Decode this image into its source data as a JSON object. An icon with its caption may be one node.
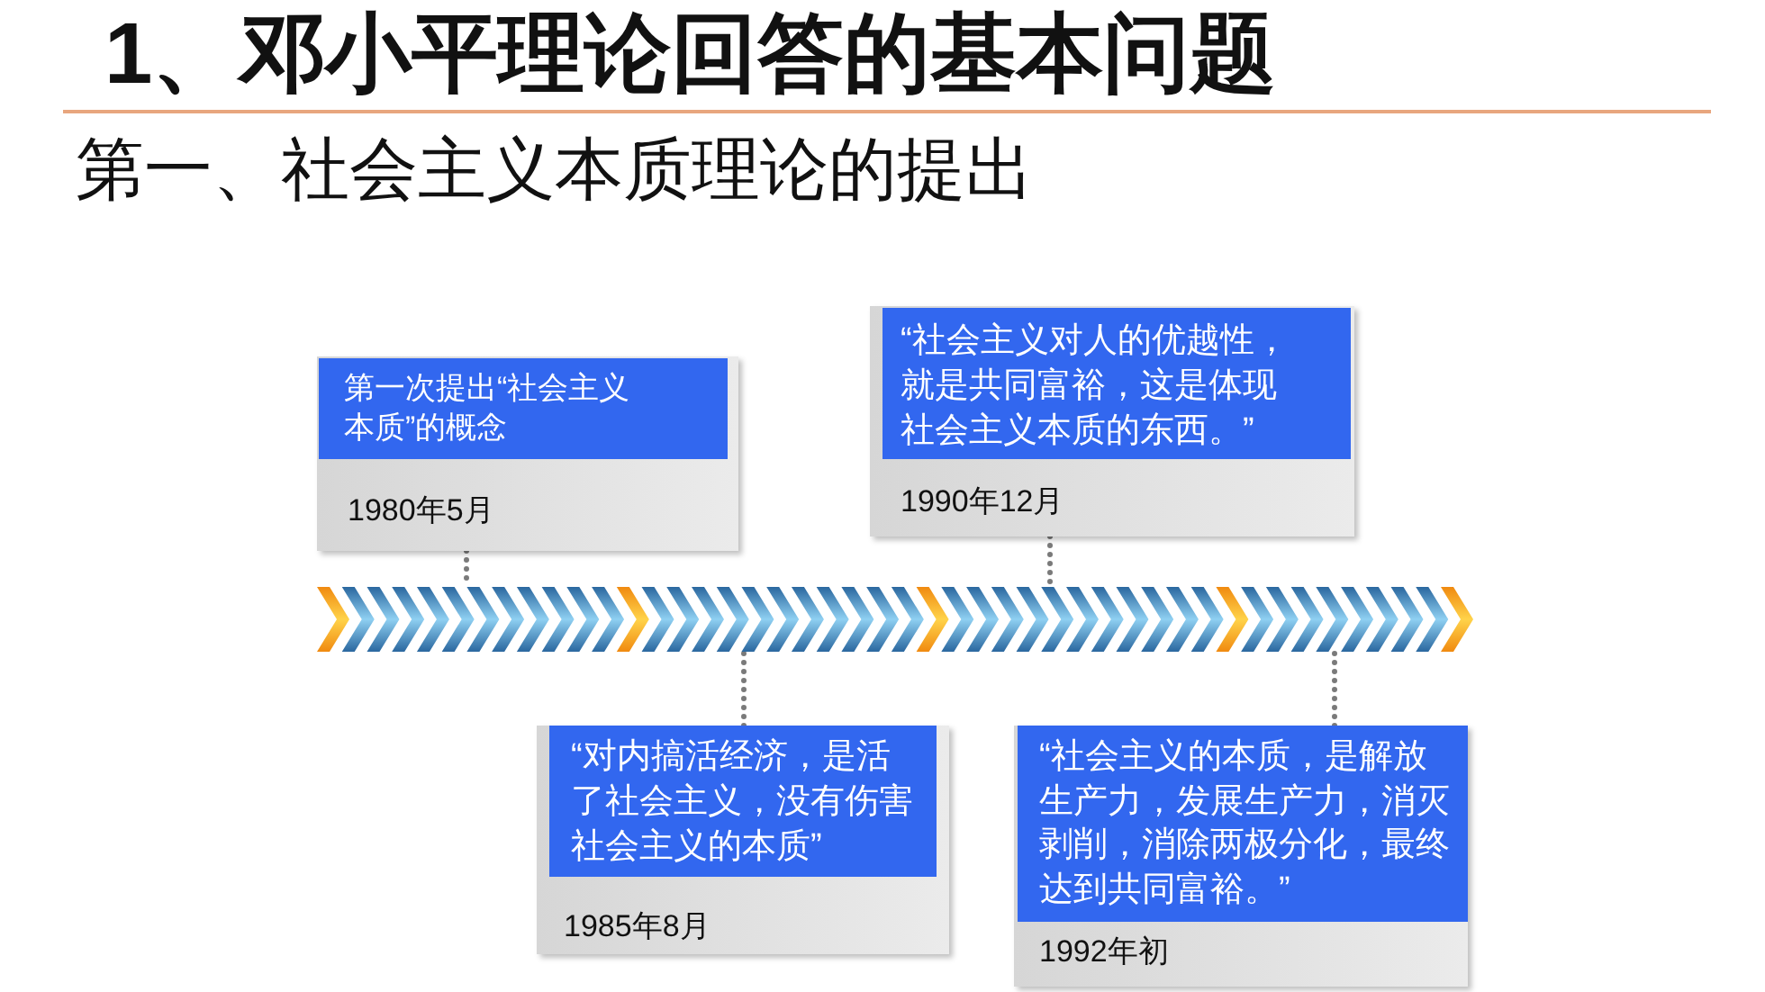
{
  "diagram": {
    "title": "1、邓小平理论回答的基本问题",
    "nodes": [
      {
        "text": [
          "1980年5月"
        ]
      },
      {
        "text": [
          "第一次提出“社会主义本质”的概念"
        ],
        "in": 0
      },
      {
        "text": [
          "1990年12月"
        ]
      },
      {
        "text": [
          "“社会主义对人的优越性，就是共同富裕，这是体现社会主义本质的东西。”"
        ],
        "in": 2
      },
      {
        "text": [],
        "shape": "bar"
      },
      {
        "text": [
          "1985年8月"
        ]
      },
      {
        "text": [
          "“对内搞活经济，是活了社会主义，没有伤害社会主义的本质”"
        ],
        "in": 5
      },
      {
        "text": [
          "1992年初"
        ]
      },
      {
        "text": [
          "“社会主义的本质，是解放生产力，发展生产力，消灭剥削，消除两极分化，最终达到共同富裕。”"
        ],
        "in": 7
      }
    ],
    "edges": [
      {
        "from": 0,
        "to": 4,
        "arrow": "none",
        "style": "dashed"
      },
      {
        "from": 2,
        "to": 4,
        "arrow": "none",
        "style": "dashed"
      },
      {
        "from": 5,
        "to": 4,
        "arrow": "none",
        "style": "dashed"
      },
      {
        "from": 7,
        "to": 4,
        "arrow": "none",
        "style": "dashed"
      }
    ],
    "labels": [
      "第一、社会主义本质理论的提出"
    ]
  }
}
